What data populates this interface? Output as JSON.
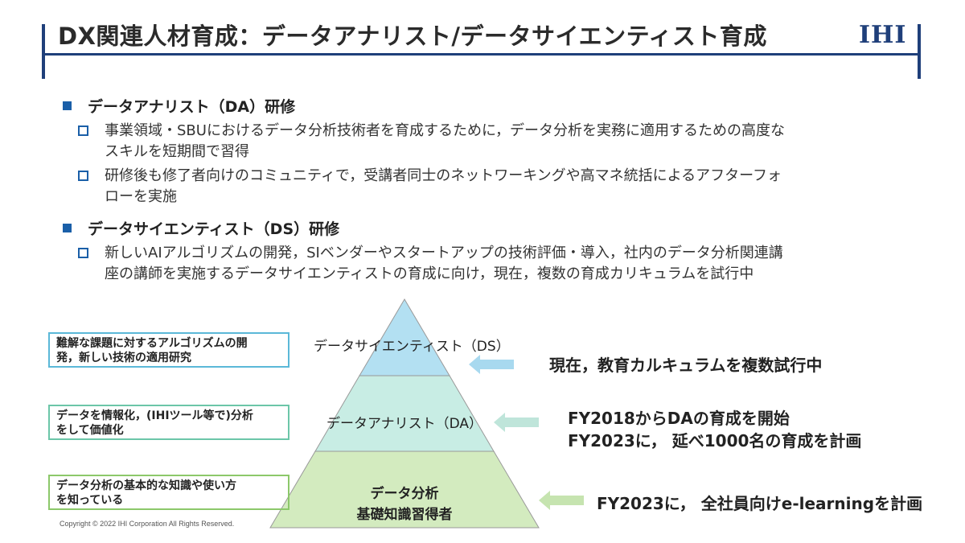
{
  "header": {
    "title": "DX関連人材育成：データアナリスト/データサイエンティスト育成",
    "logo": "IHI"
  },
  "sections": [
    {
      "heading": "データアナリスト（DA）研修",
      "bullets": [
        [
          "事業領域・SBUにおけるデータ分析技術者を育成するために，データ分析を実務に適用するための高度な",
          "スキルを短期間で習得"
        ],
        [
          "研修後も修了者向けのコミュニティで，受講者同士のネットワーキングや高マネ統括によるアフターフォ",
          "ローを実施"
        ]
      ]
    },
    {
      "heading": "データサイエンティスト（DS）研修",
      "bullets": [
        [
          "新しいAIアルゴリズムの開発，SIベンダーやスタートアップの技術評価・導入，社内のデータ分析関連講",
          "座の講師を実施するデータサイエンティストの育成に向け，現在，複数の育成カリキュラムを試行中"
        ]
      ]
    }
  ],
  "pyramid": {
    "levels": [
      {
        "label": [
          "データサイエンティスト（DS）"
        ],
        "side_box": [
          "難解な課題に対するアルゴリズムの開",
          "発，新しい技術の適用研究"
        ],
        "status": [
          "現在，教育カルキュラムを複数試行中"
        ],
        "color": "#b3e0f2",
        "box_border": "#5bb8d8",
        "arrow_color": "#a8d9ef"
      },
      {
        "label": [
          "データアナリスト（DA）"
        ],
        "side_box": [
          "データを情報化，(IHIツール等で)分析",
          "をして価値化"
        ],
        "status": [
          "FY2018からDAの育成を開始",
          "FY2023に， 延べ1000名の育成を計画"
        ],
        "color": "#c8ede4",
        "box_border": "#6cc6a8",
        "arrow_color": "#bfe5da"
      },
      {
        "label": [
          "データ分析",
          "基礎知識習得者"
        ],
        "side_box": [
          "データ分析の基本的な知識や使い方",
          "を知っている"
        ],
        "status": [
          "FY2023に， 全社員向けe-learningを計画"
        ],
        "color": "#d3ebbf",
        "box_border": "#8cc86a",
        "arrow_color": "#c6e4b0"
      }
    ]
  },
  "footer": {
    "copyright": "Copyright © 2022 IHI Corporation All Rights Reserved."
  }
}
